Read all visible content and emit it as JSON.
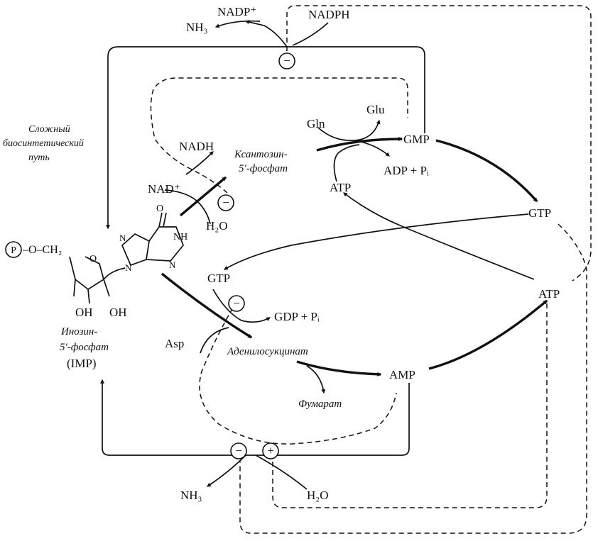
{
  "molecules": {
    "nh3_top": "NH₃",
    "nadp_plus": "NADP⁺",
    "nadph": "NADPH",
    "gln": "Gln",
    "glu": "Glu",
    "gmp": "GMP",
    "adp_pi": "ADP + Pᵢ",
    "atp_left": "ATP",
    "gtp_right": "GTP",
    "atp_right": "ATP",
    "nadh": "NADH",
    "nad_plus": "NAD⁺",
    "h2o_mid": "H₂O",
    "xmp_line1": "Ксантозин-",
    "xmp_line2": "5′-фосфат",
    "complex_line1": "Сложный",
    "complex_line2": "биосинтетический",
    "complex_line3": "путь",
    "imp_line1": "Инозин-",
    "imp_line2": "5′-фосфат",
    "imp_line3": "(IMP)",
    "gtp_mid": "GTP",
    "gdp_pi": "GDP + Pᵢ",
    "asp": "Asp",
    "adenylosuccinate": "Аденилосукцинат",
    "fumarate": "Фумарат",
    "amp": "AMP",
    "nh3_bottom": "NH₃",
    "h2o_bottom": "H₂O"
  },
  "regulation": {
    "minus": "−",
    "plus": "+"
  },
  "structure": {
    "phosphate": "P",
    "o_ch2": "–O–CH₂",
    "oh1": "OH",
    "oh2": "OH",
    "ring_o": "O",
    "carbonyl_o": "O",
    "nh": "NH",
    "n1": "N",
    "n2": "N",
    "n3": "N"
  }
}
